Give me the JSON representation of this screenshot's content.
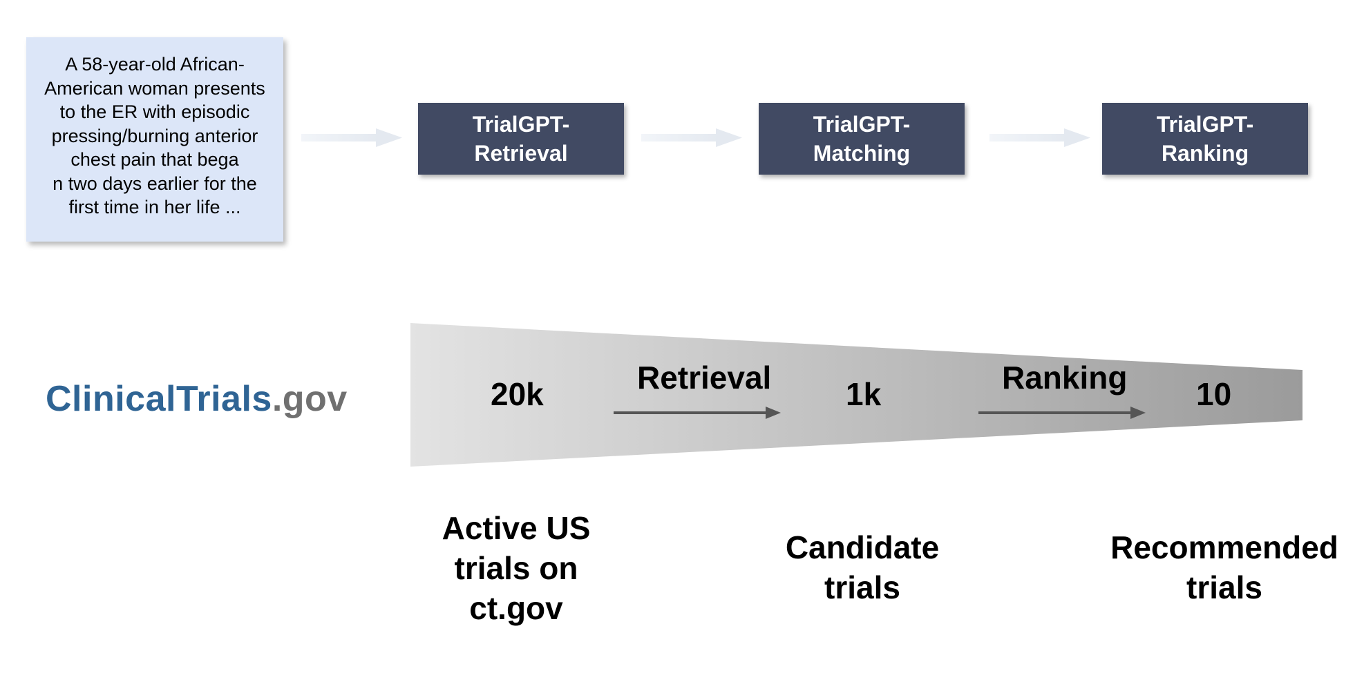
{
  "patient_note": {
    "lines": [
      "A 58-year-old African-",
      "American woman presents",
      "to the ER with episodic",
      "pressing/burning anterior",
      "chest pain that bega",
      "n two days earlier for the",
      "first time in her life ..."
    ]
  },
  "modules": [
    {
      "line1": "TrialGPT-",
      "line2": "Retrieval"
    },
    {
      "line1": "TrialGPT-",
      "line2": "Matching"
    },
    {
      "line1": "TrialGPT-",
      "line2": "Ranking"
    }
  ],
  "logo": {
    "brand": "ClinicalTrials",
    "tld": ".gov"
  },
  "funnel": {
    "counts": [
      "20k",
      "1k",
      "10"
    ],
    "steps": [
      "Retrieval",
      "Ranking"
    ]
  },
  "captions": [
    {
      "lines": [
        "Active US",
        "trials on",
        "ct.gov"
      ]
    },
    {
      "lines": [
        "Candidate",
        "trials"
      ]
    },
    {
      "lines": [
        "Recommended",
        "trials"
      ]
    }
  ],
  "colors": {
    "module_fill": "#414a63",
    "card_fill": "#dce6f8",
    "logo_brand": "#2f6494",
    "logo_tld": "#707070",
    "funnel_light": "#e3e3e3",
    "funnel_dark": "#9b9b9b"
  }
}
